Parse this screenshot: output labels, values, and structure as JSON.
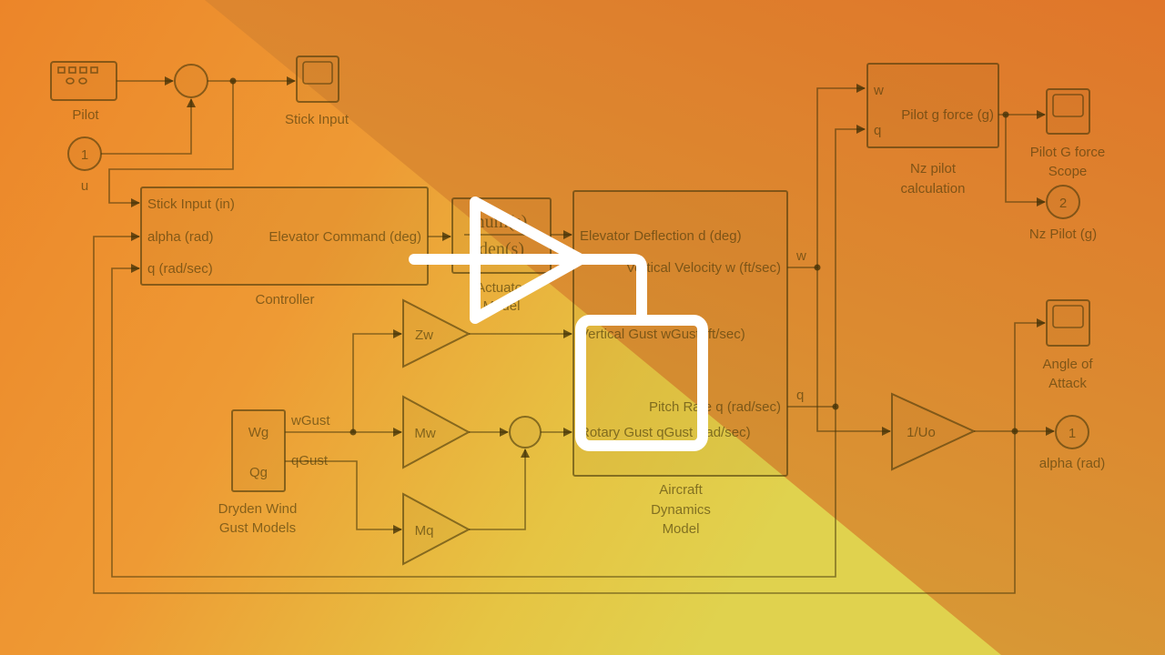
{
  "blocks": {
    "pilot": "Pilot",
    "stick_input": "Stick Input",
    "u_port": "1",
    "u_label": "u",
    "controller": {
      "name": "Controller",
      "in1": "Stick Input (in)",
      "in2": "alpha (rad)",
      "in3": "q (rad/sec)",
      "out1": "Elevator Command (deg)"
    },
    "actuator": {
      "num": "num(s)",
      "den": "den(s)",
      "name1": "Actuator",
      "name2": "Model"
    },
    "aircraft": {
      "in1": "Elevator Deflection d (deg)",
      "in2": "Vertical Gust wGust (ft/sec)",
      "in3": "Rotary Gust qGust (rad/sec)",
      "out1": "Vertical Velocity w (ft/sec)",
      "out2": "Pitch Rate q (rad/sec)",
      "name1": "Aircraft",
      "name2": "Dynamics",
      "name3": "Model"
    },
    "signal_w": "w",
    "signal_q": "q",
    "nz": {
      "in1": "w",
      "in2": "q",
      "out1": "Pilot g force (g)",
      "name1": "Nz pilot",
      "name2": "calculation"
    },
    "g_scope": {
      "name1": "Pilot G force",
      "name2": "Scope"
    },
    "nz_out": {
      "port": "2",
      "label": "Nz Pilot (g)"
    },
    "gain_uo": "1/Uo",
    "aoa_scope": {
      "name1": "Angle of",
      "name2": "Attack"
    },
    "alpha_out": {
      "port": "1",
      "label": "alpha (rad)"
    },
    "dryden": {
      "wg": "Wg",
      "qg": "Qg",
      "sig_w": "wGust",
      "sig_q": "qGust",
      "name1": "Dryden Wind",
      "name2": "Gust Models"
    },
    "gain_zw": "Zw",
    "gain_mw": "Mw",
    "gain_mq": "Mq"
  },
  "colors": {
    "orange": "#ec8529",
    "yellow": "#e0d24e",
    "logo": "#ffffff"
  }
}
